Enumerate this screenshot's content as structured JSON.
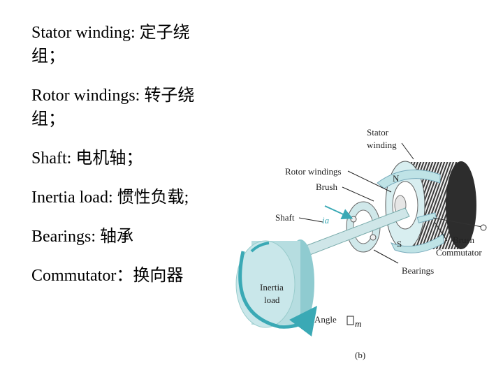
{
  "terms": [
    {
      "text": "Stator winding: 定子绕组；"
    },
    {
      "text": "Rotor windings: 转子绕组；"
    },
    {
      "text": "Shaft: 电机轴；"
    },
    {
      "text": "Inertia load: 惯性负载;"
    },
    {
      "text": "Bearings: 轴承"
    },
    {
      "text": "Commutator：换向器"
    }
  ],
  "diagram": {
    "labels": {
      "stator_winding_1": "Stator",
      "stator_winding_2": "winding",
      "rotor_windings": "Rotor windings",
      "brush_top": "Brush",
      "shaft": "Shaft",
      "current": "ia",
      "north": "N",
      "south": "S",
      "brush_bottom": "Brush",
      "commutator": "Commutator",
      "bearings": "Bearings",
      "inertia_1": "Inertia",
      "inertia_2": "load",
      "angle": "Angle",
      "theta_sub": "m",
      "figure_tag": "(b)"
    },
    "colors": {
      "cylinder": "#bfe3e6",
      "cylinder_dark": "#8fcbd0",
      "arrow": "#3aa9b5",
      "coil": "#444444"
    }
  }
}
